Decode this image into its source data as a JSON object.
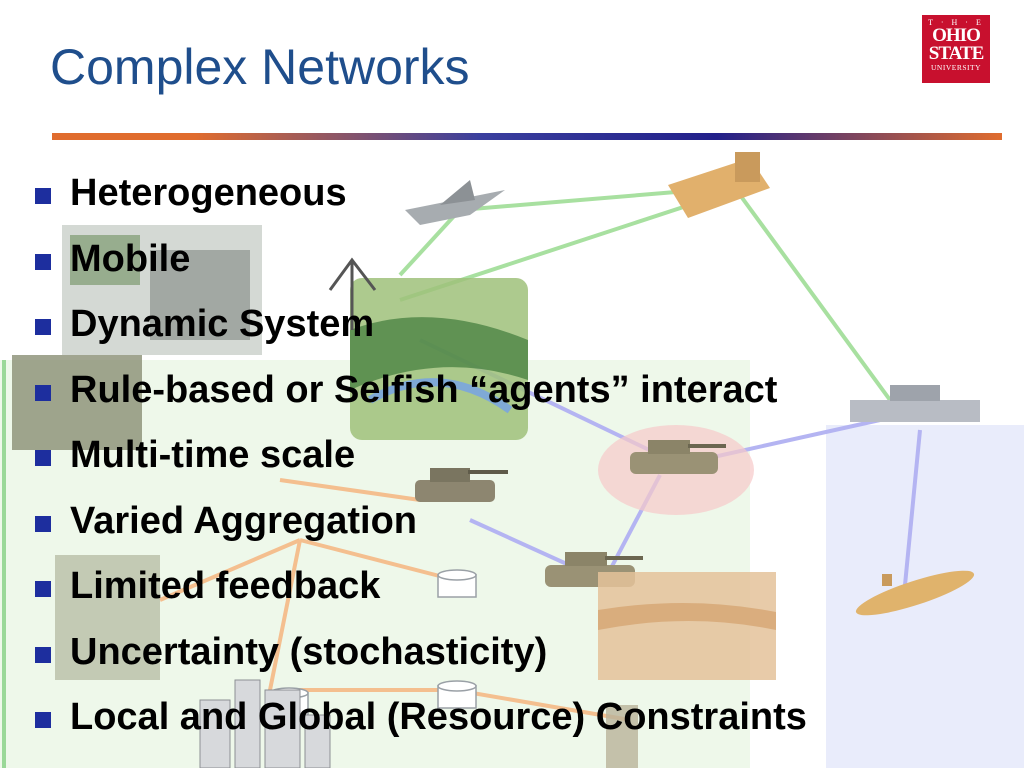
{
  "slide": {
    "title": "Complex Networks",
    "logo": {
      "line1": "T · H · E",
      "line2": "OHIO",
      "line3": "STATE",
      "line4": "UNIVERSITY"
    },
    "bullets": [
      "Heterogeneous",
      "Mobile",
      "Dynamic System",
      "Rule-based or Selfish “agents” interact",
      "Multi-time scale",
      "Varied Aggregation",
      "Limited feedback",
      "Uncertainty (stochasticity)",
      "Local and Global (Resource) Constraints"
    ]
  },
  "colors": {
    "title": "#1f4e8c",
    "bullet_marker": "#1d2e9e",
    "logo": "#c8102e",
    "link_green": "#a8e0a0",
    "link_blue": "#b0b0f0",
    "link_orange": "#f2b27a"
  },
  "icons": [
    "satellite-icon",
    "aircraft-icon",
    "tank-icon",
    "ship-icon",
    "submarine-icon",
    "antenna-icon",
    "soldier-icon",
    "city-icon",
    "database-icon",
    "terrain-icon",
    "screenshot-icon"
  ]
}
